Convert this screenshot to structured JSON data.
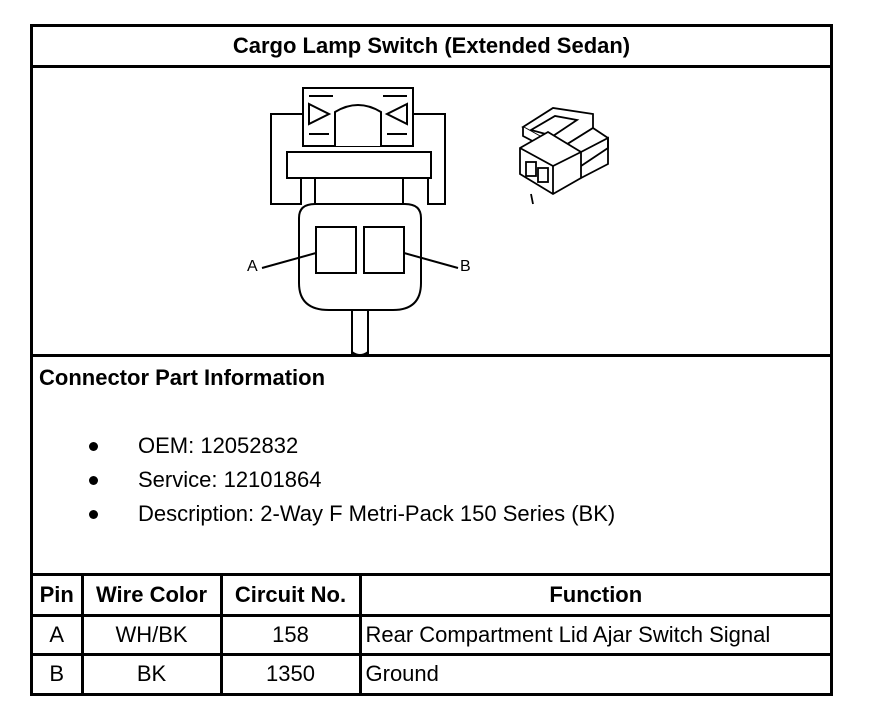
{
  "title": "Cargo Lamp Switch (Extended Sedan)",
  "figure": {
    "pin_a_label": "A",
    "pin_b_label": "B"
  },
  "connector_info": {
    "heading": "Connector Part Information",
    "items": [
      "OEM: 12052832",
      "Service: 12101864",
      "Description: 2-Way F Metri-Pack 150 Series (BK)"
    ]
  },
  "pin_table": {
    "headers": [
      "Pin",
      "Wire Color",
      "Circuit No.",
      "Function"
    ],
    "rows": [
      [
        "A",
        "WH/BK",
        "158",
        "Rear Compartment Lid Ajar Switch Signal"
      ],
      [
        "B",
        "BK",
        "1350",
        "Ground"
      ]
    ]
  }
}
